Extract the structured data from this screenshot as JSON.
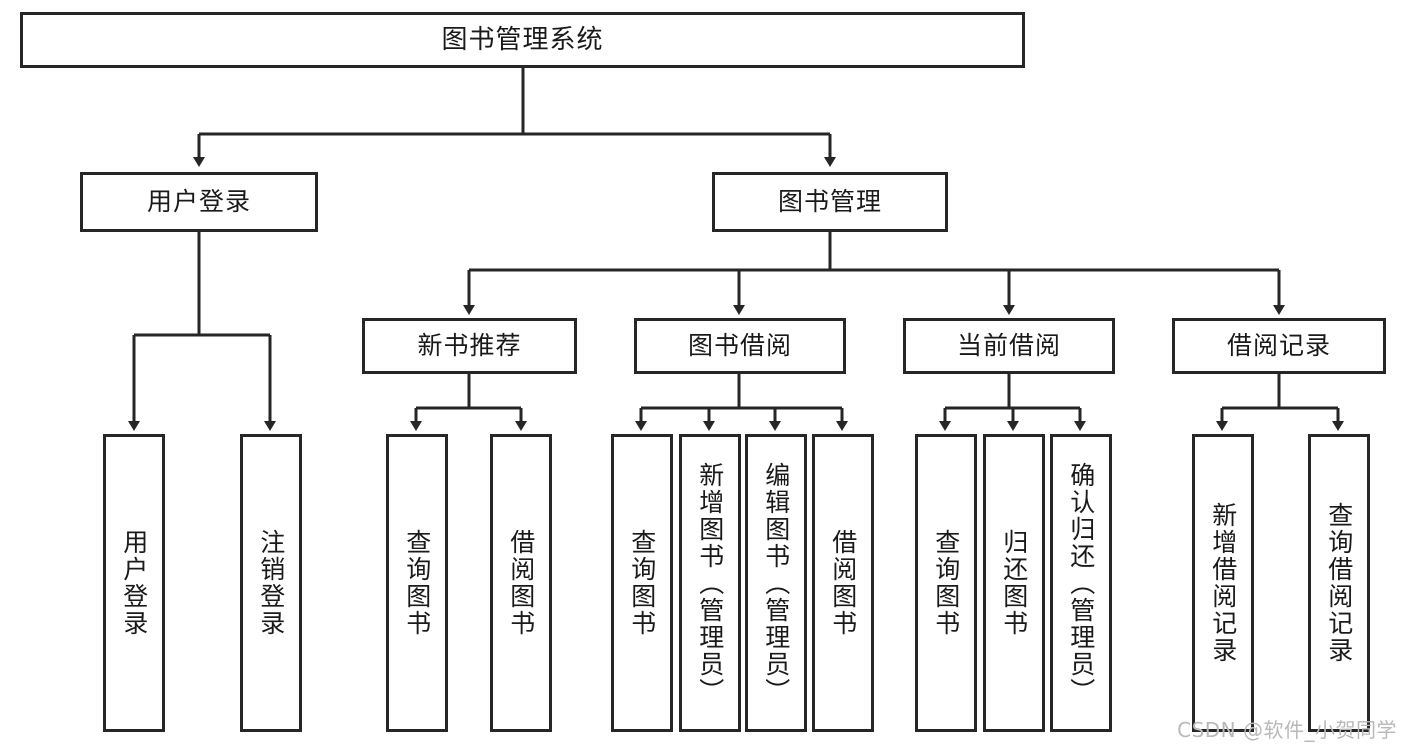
{
  "diagram": {
    "type": "tree",
    "title": "图书管理系统",
    "orientation": "top-down",
    "edge_style": "orthogonal-arrow",
    "colors": {
      "box_border": "#262626",
      "box_fill": "#ffffff",
      "edge": "#262626",
      "text": "#1a1a1a",
      "watermark": "#b9b9b9",
      "background": "#ffffff"
    },
    "nodes": {
      "root": {
        "label": "图书管理系统",
        "level": 1,
        "text_direction": "horizontal"
      },
      "level2": [
        {
          "id": "user-login",
          "label": "用户登录",
          "text_direction": "horizontal"
        },
        {
          "id": "book-management",
          "label": "图书管理",
          "text_direction": "horizontal"
        }
      ],
      "level3": [
        {
          "id": "new-book-recommend",
          "label": "新书推荐",
          "parent": "book-management",
          "text_direction": "horizontal"
        },
        {
          "id": "book-borrow",
          "label": "图书借阅",
          "parent": "book-management",
          "text_direction": "horizontal"
        },
        {
          "id": "current-borrow",
          "label": "当前借阅",
          "parent": "book-management",
          "text_direction": "horizontal"
        },
        {
          "id": "borrow-record",
          "label": "借阅记录",
          "parent": "book-management",
          "text_direction": "horizontal"
        }
      ],
      "leaves": [
        {
          "id": "leaf-user-login",
          "label": "用户登录",
          "parent": "user-login",
          "text_direction": "vertical"
        },
        {
          "id": "leaf-logout",
          "label": "注销登录",
          "parent": "user-login",
          "text_direction": "vertical"
        },
        {
          "id": "leaf-query-book-1",
          "label": "查询图书",
          "parent": "new-book-recommend",
          "text_direction": "vertical"
        },
        {
          "id": "leaf-borrow-book-1",
          "label": "借阅图书",
          "parent": "new-book-recommend",
          "text_direction": "vertical"
        },
        {
          "id": "leaf-query-book-2",
          "label": "查询图书",
          "parent": "book-borrow",
          "text_direction": "vertical"
        },
        {
          "id": "leaf-add-book",
          "label": "新增图书（管理员）",
          "parent": "book-borrow",
          "text_direction": "vertical"
        },
        {
          "id": "leaf-edit-book",
          "label": "编辑图书（管理员）",
          "parent": "book-borrow",
          "text_direction": "vertical"
        },
        {
          "id": "leaf-borrow-book-2",
          "label": "借阅图书",
          "parent": "book-borrow",
          "text_direction": "vertical"
        },
        {
          "id": "leaf-query-book-3",
          "label": "查询图书",
          "parent": "current-borrow",
          "text_direction": "vertical"
        },
        {
          "id": "leaf-return-book",
          "label": "归还图书",
          "parent": "current-borrow",
          "text_direction": "vertical"
        },
        {
          "id": "leaf-confirm-return",
          "label": "确认归还（管理员）",
          "parent": "current-borrow",
          "text_direction": "vertical"
        },
        {
          "id": "leaf-add-record",
          "label": "新增借阅记录",
          "parent": "borrow-record",
          "text_direction": "vertical"
        },
        {
          "id": "leaf-query-record",
          "label": "查询借阅记录",
          "parent": "borrow-record",
          "text_direction": "vertical"
        }
      ]
    }
  },
  "watermark": {
    "text": "CSDN @软件_小贺同学"
  }
}
